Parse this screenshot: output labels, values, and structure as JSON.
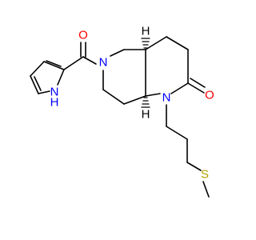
{
  "molecule": {
    "atoms": {
      "o_carbonyl_amide": {
        "text": "O",
        "color": "#ff0000"
      },
      "n_ring_amide": {
        "text": "N",
        "color": "#0000ff"
      },
      "nh_pyrrole": {
        "text": "N",
        "color": "#0000ff"
      },
      "h_pyrrole": {
        "text": "H",
        "color": "#0000ff"
      },
      "n_lactam": {
        "text": "N",
        "color": "#0000ff"
      },
      "o_lactam": {
        "text": "O",
        "color": "#ff0000"
      },
      "s_thioether": {
        "text": "S",
        "color": "#b3a000"
      }
    },
    "stereo_labels": {
      "top": "H",
      "bottom": "H"
    }
  }
}
